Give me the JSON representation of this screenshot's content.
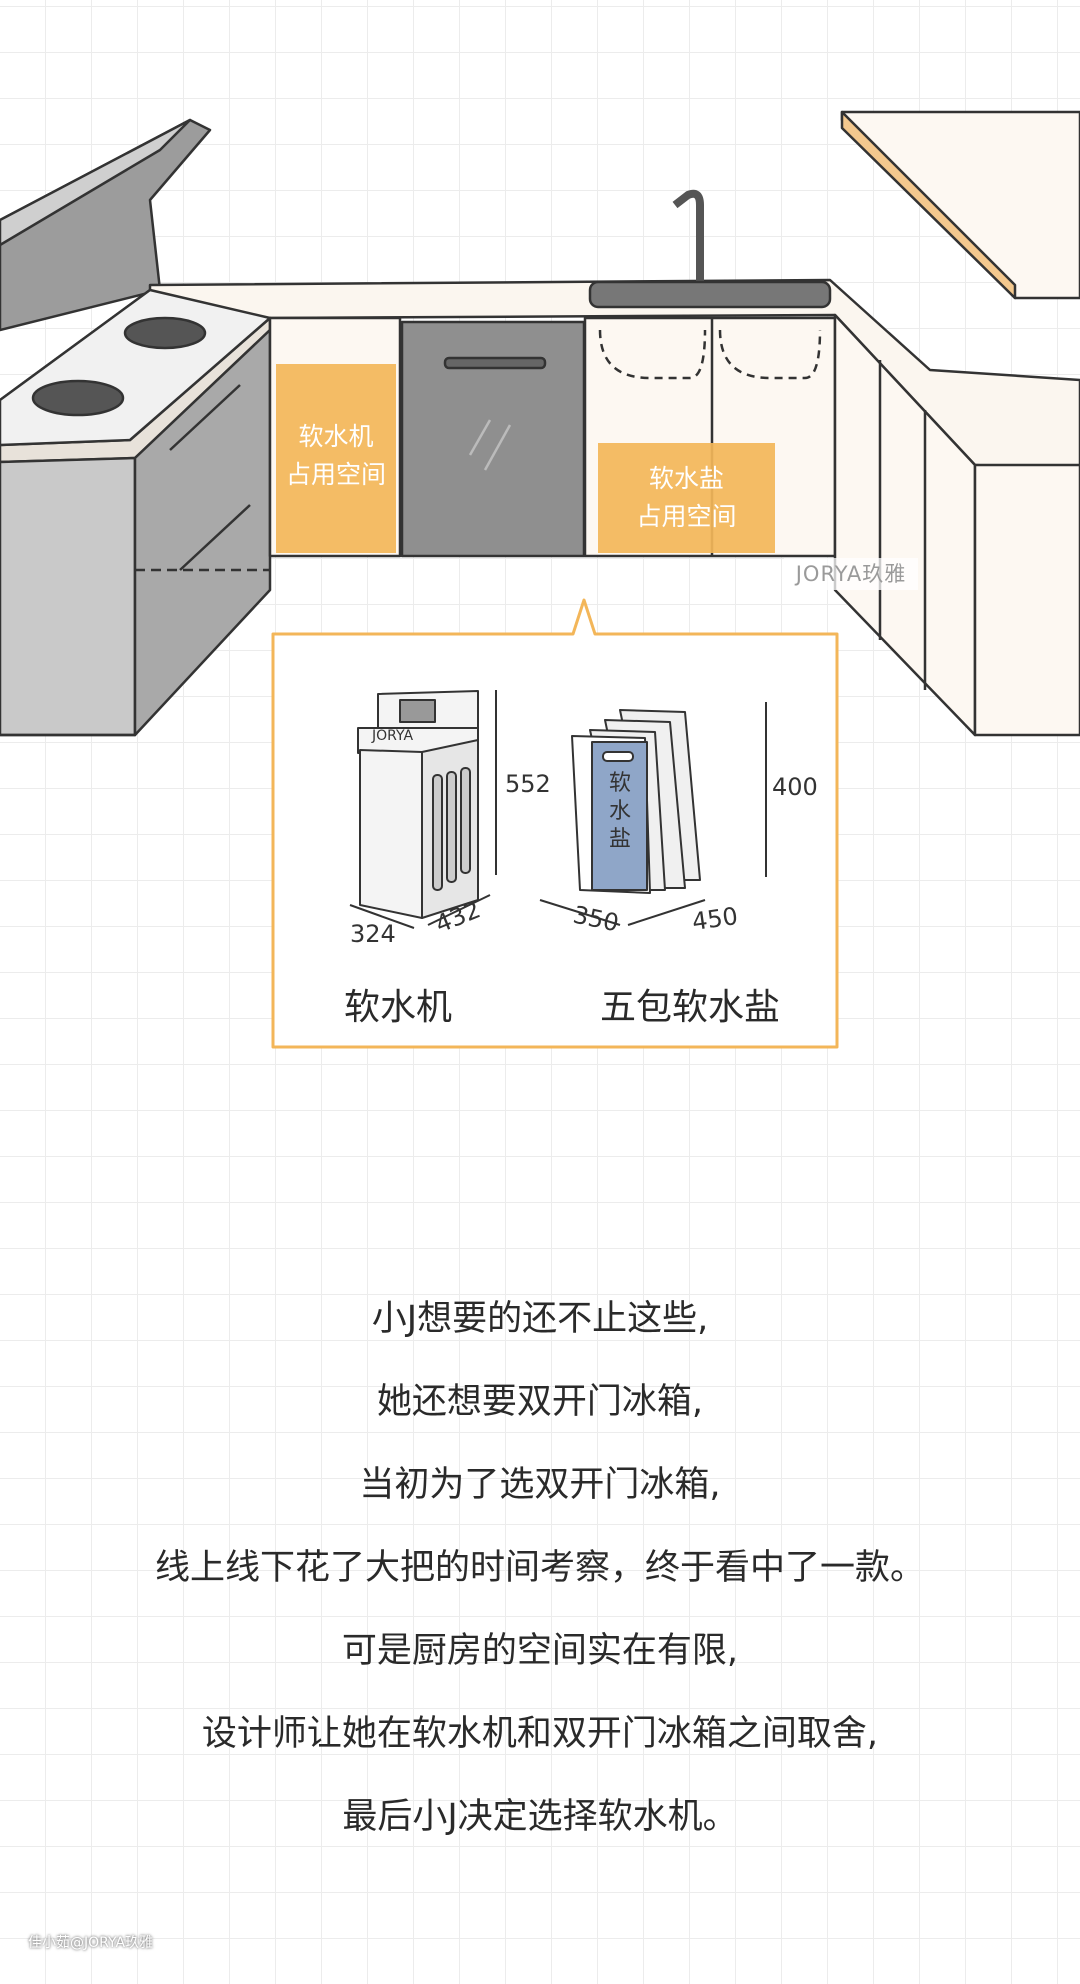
{
  "illustration": {
    "softener_space_label": [
      "软水机",
      "占用空间"
    ],
    "salt_space_label": [
      "软水盐",
      "占用空间"
    ],
    "brand_tag": "JORYA玖雅",
    "colors": {
      "highlight": "#f3b659",
      "dishwasher": "#8f8f8f",
      "salt_bag": "#8fa6c8",
      "cabinet": "#fdf8f2"
    }
  },
  "callout": {
    "softener": {
      "brand": "JORYA",
      "height": "552",
      "width": "324",
      "depth": "432",
      "caption": "软水机"
    },
    "salt": {
      "bag_text": [
        "软",
        "水",
        "盐"
      ],
      "height": "400",
      "width": "350",
      "depth": "450",
      "caption": "五包软水盐"
    }
  },
  "story": {
    "lines": [
      "小J想要的还不止这些,",
      "她还想要双开门冰箱,",
      "当初为了选双开门冰箱,",
      "线上线下花了大把的时间考察，终于看中了一款。",
      "可是厨房的空间实在有限,",
      "设计师让她在软水机和双开门冰箱之间取舍,",
      "最后小J决定选择软水机。"
    ]
  },
  "watermark": "佳小茹@JORYA玖雅"
}
